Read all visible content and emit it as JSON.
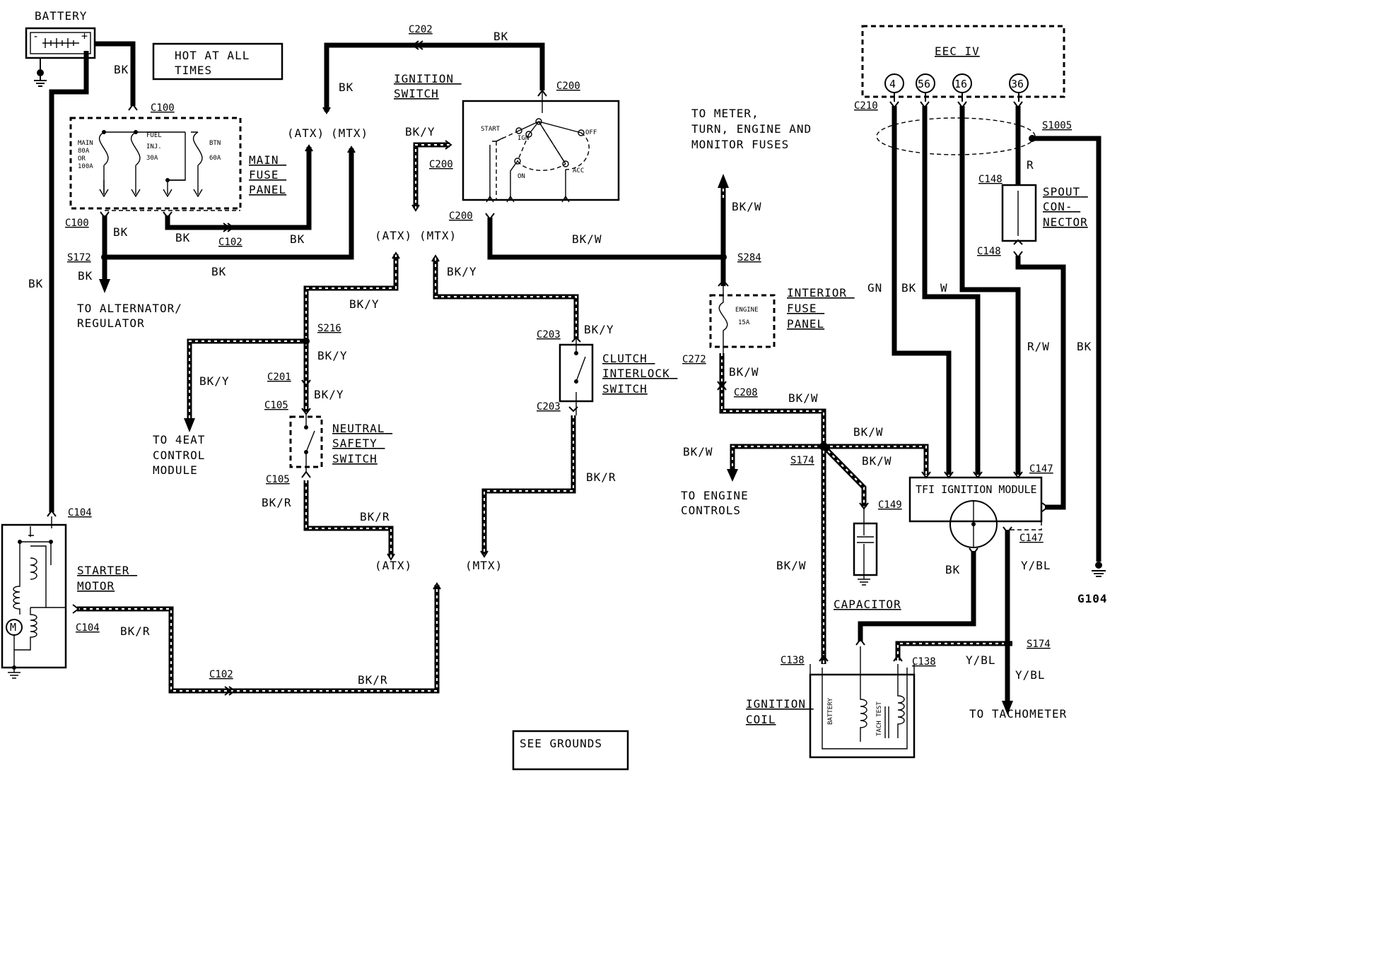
{
  "labels": {
    "battery": "BATTERY",
    "hot_at_all_times": [
      "HOT AT ALL",
      "TIMES"
    ],
    "ignition_switch": [
      "IGNITION",
      "SWITCH"
    ],
    "main_fuse_panel": [
      "MAIN",
      "FUSE",
      "PANEL"
    ],
    "to_alternator": [
      "TO ALTERNATOR/",
      "REGULATOR"
    ],
    "to_meter": [
      "TO METER,",
      "TURN, ENGINE AND",
      "MONITOR FUSES"
    ],
    "eec_iv": "EEC IV",
    "spout_connector": [
      "SPOUT",
      "CON-",
      "NECTOR"
    ],
    "interior_fuse_panel": [
      "INTERIOR",
      "FUSE",
      "PANEL"
    ],
    "clutch_interlock_switch": [
      "CLUTCH",
      "INTERLOCK",
      "SWITCH"
    ],
    "neutral_safety_switch": [
      "NEUTRAL",
      "SAFETY",
      "SWITCH"
    ],
    "to_4eat": [
      "TO 4EAT",
      "CONTROL",
      "MODULE"
    ],
    "starter_motor": [
      "STARTER",
      "MOTOR"
    ],
    "to_engine_controls": [
      "TO ENGINE",
      "CONTROLS"
    ],
    "tfi_ignition_module": "TFI IGNITION MODULE",
    "capacitor": "CAPACITOR",
    "ignition_coil": [
      "IGNITION",
      "COIL"
    ],
    "to_tachometer": "TO TACHOMETER",
    "see_grounds": "SEE GROUNDS",
    "ground_g104": "G104",
    "atx": "(ATX)",
    "mtx": "(MTX)"
  },
  "fuses": {
    "main": [
      "MAIN",
      "80A",
      "OR",
      "100A"
    ],
    "fuel_inj": [
      "FUEL",
      "INJ.",
      "30A"
    ],
    "btn": [
      "BTN",
      "60A"
    ],
    "engine": [
      "ENGINE",
      "15A"
    ]
  },
  "switch_positions": {
    "start": "START",
    "ign": "IGN",
    "off": "OFF",
    "on": "ON",
    "acc": "ACC"
  },
  "coil_labels": {
    "battery": "BATTERY",
    "tach_test": "TACH TEST"
  },
  "eec_pins": [
    "4",
    "56",
    "16",
    "36"
  ],
  "connectors": {
    "c100_top": "C100",
    "c100_bottom": "C100",
    "c102_top": "C102",
    "c102_bottom": "C102",
    "s172": "S172",
    "c104_top": "C104",
    "c104_bottom": "C104",
    "c202": "C202",
    "c200_top": "C200",
    "c200_left": "C200",
    "c200_bottom": "C200",
    "s216": "S216",
    "c201": "C201",
    "c105_top": "C105",
    "c105_bottom": "C105",
    "c203_top": "C203",
    "c203_bottom": "C203",
    "s284": "S284",
    "c272": "C272",
    "c208": "C208",
    "s174_left": "S174",
    "s174_right": "S174",
    "c149": "C149",
    "c138_left": "C138",
    "c138_right": "C138",
    "c210": "C210",
    "s1005": "S1005",
    "c148_top": "C148",
    "c148_bottom": "C148",
    "c147_top": "C147",
    "c147_bottom": "C147"
  },
  "wire_colors": {
    "bk": "BK",
    "bk_y": "BK/Y",
    "bk_w": "BK/W",
    "bk_r": "BK/R",
    "gn": "GN",
    "w": "W",
    "r": "R",
    "r_w": "R/W",
    "y_bl": "Y/BL"
  }
}
